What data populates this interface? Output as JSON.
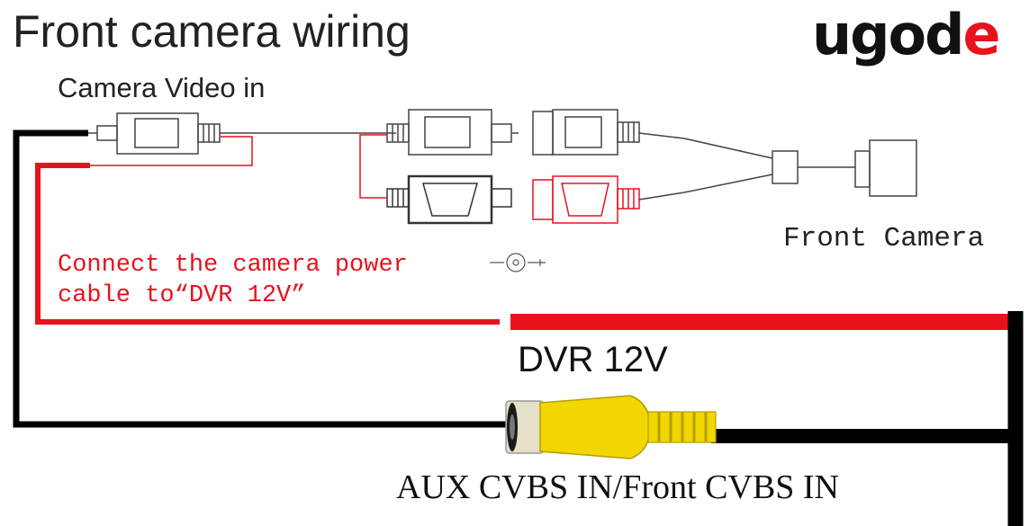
{
  "header": {
    "title": "Front camera wiring",
    "subtitle": "Camera Video in"
  },
  "logo": {
    "text_main": "ugod",
    "text_accent": "e",
    "accent_color": "#e8121d"
  },
  "labels": {
    "note_line1": "Connect the camera power",
    "note_line2": "cable to“DVR 12V”",
    "front_camera": "Front Camera",
    "dvr_power": "DVR 12V",
    "aux_input": "AUX CVBS IN/Front CVBS IN",
    "dc_symbol": "-◎-+"
  },
  "colors": {
    "power_wire": "#e8121d",
    "video_wire": "#000000",
    "rca_plug": "#f2d600",
    "line_art": "#444444"
  },
  "icons": {
    "rca_plug": "yellow-rca-plug-icon",
    "camera": "front-camera-icon"
  }
}
